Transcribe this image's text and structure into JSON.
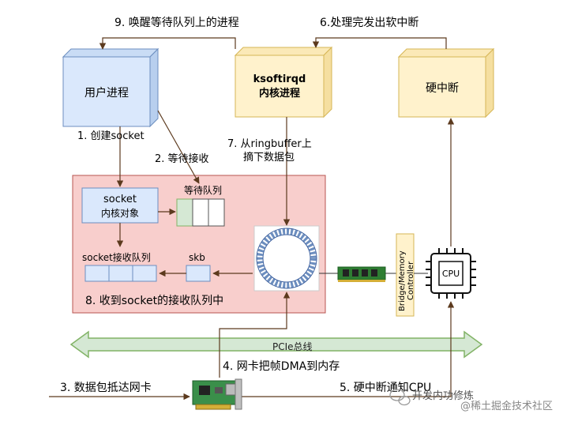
{
  "labels": {
    "step9": "9. 唤醒等待队列上的进程",
    "step6": "6.处理完发出软中断",
    "user_process": "用户进程",
    "ksoftirqd_line1": "ksoftirqd",
    "ksoftirqd_line2": "内核进程",
    "hard_irq": "硬中断",
    "step1": "1. 创建socket",
    "step2": "2. 等待接收",
    "step7_line1": "7. 从ringbuffer上",
    "step7_line2": "摘下数据包",
    "wait_queue": "等待队列",
    "socket_obj_line1": "socket",
    "socket_obj_line2": "内核对象",
    "recv_queue": "socket接收队列",
    "skb": "skb",
    "step8": "8. 收到socket的接收队列中",
    "bridge_line1": "Bridge/Memory",
    "bridge_line2": "Controller",
    "cpu": "CPU",
    "pcie": "PCIe总线",
    "step3": "3. 数据包抵达网卡",
    "step4": "4. 网卡把帧DMA到内存",
    "step5": "5. 硬中断通知CPU",
    "watermark1": "开发内功修炼",
    "watermark2": "@稀土掘金技术社区"
  },
  "colors": {
    "blue_box": "#dae8fc",
    "blue_border": "#6c8ebf",
    "yellow_box": "#fff2cc",
    "yellow_border": "#d6b656",
    "kernel_region": "#f8cecc",
    "kernel_border": "#b85450",
    "arrow": "#5c3a1e",
    "green_queue": "#d5e8d4",
    "green_border": "#82b366"
  },
  "icons": {
    "ringbuffer": "ring-buffer-icon",
    "memory": "memory-module-icon",
    "cpu": "cpu-chip-icon",
    "nic": "network-card-icon",
    "wechat": "wechat-icon"
  }
}
